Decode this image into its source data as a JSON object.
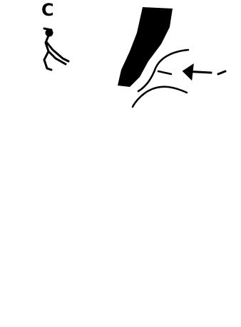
{
  "figure": {
    "panel_label": "C",
    "colors": {
      "ink": "#000000",
      "paper": "#ffffff"
    },
    "parts": [
      "vessel-trunk",
      "upper-outer-tube",
      "arrow",
      "stippled-wall-left",
      "stippled-wall-right",
      "black-chamber",
      "white-cavity",
      "inner-tube",
      "human-figure-icon"
    ]
  }
}
